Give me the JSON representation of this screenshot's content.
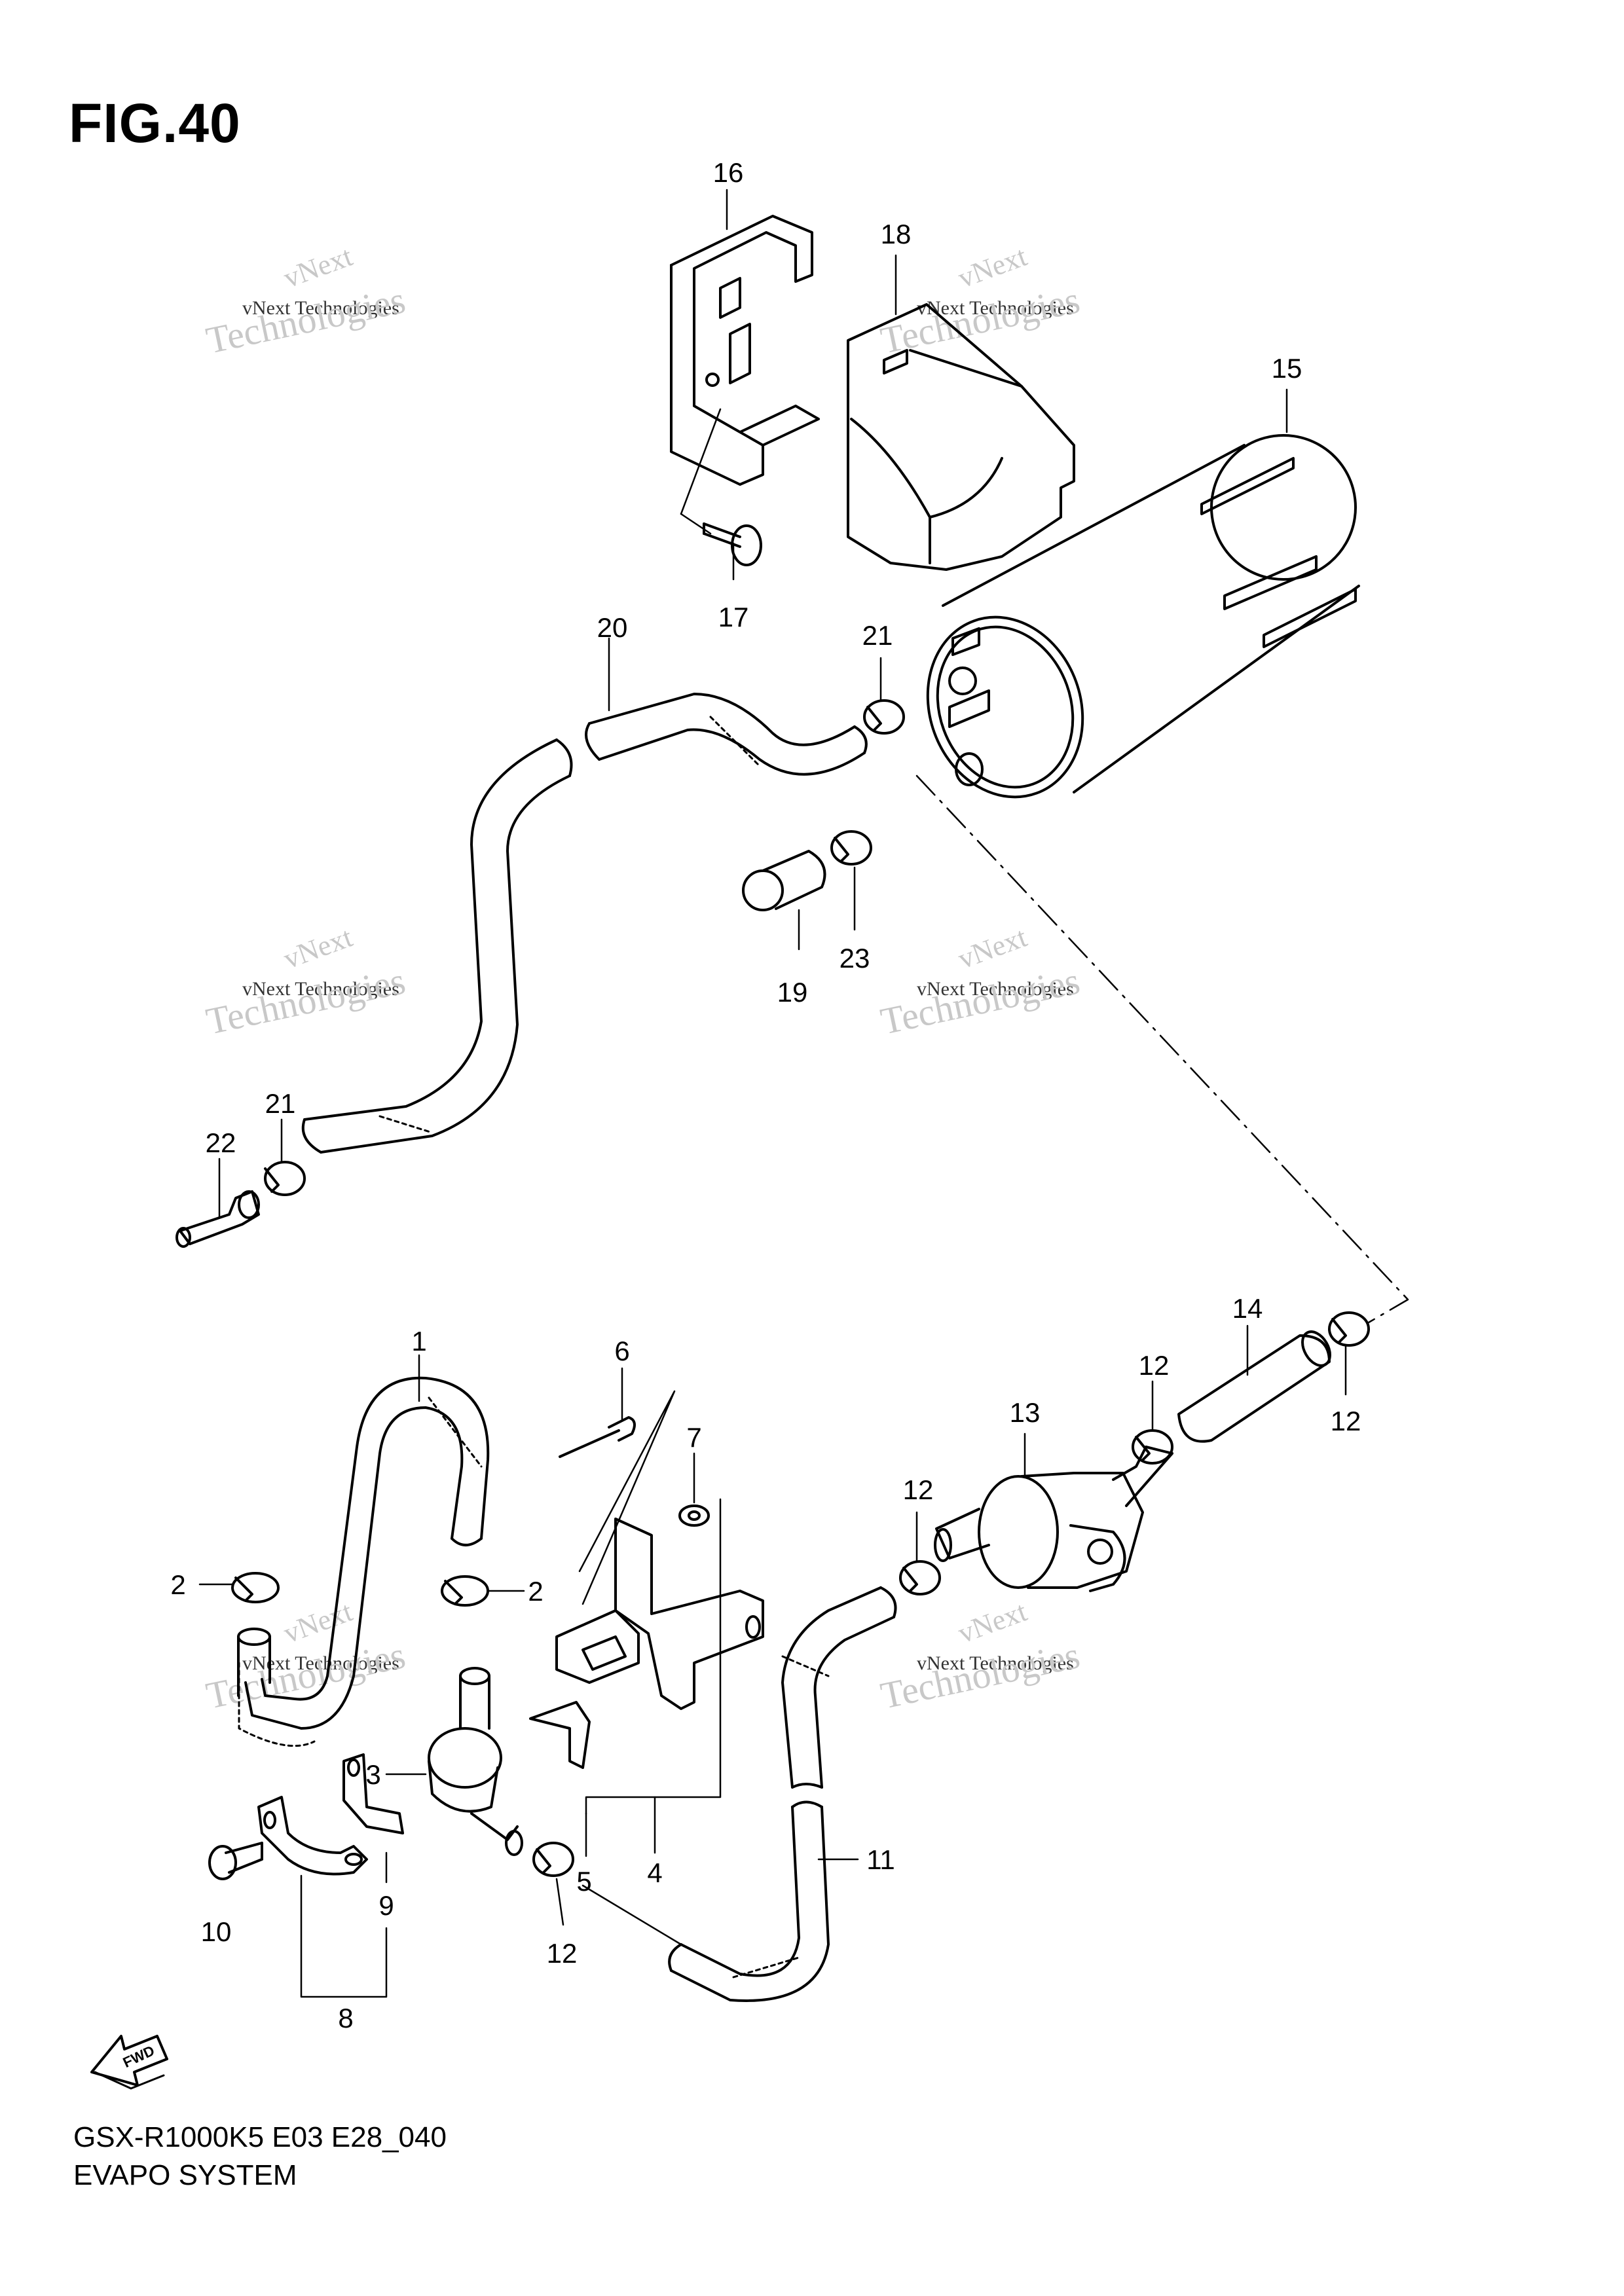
{
  "figure": {
    "title": "FIG.40"
  },
  "footer": {
    "code": "GSX-R1000K5 E03 E28_040",
    "name": "EVAPO SYSTEM"
  },
  "fwd_label": "FWD",
  "watermark": {
    "line1": "vNext",
    "line2": "vNext Technologies",
    "line3": "Technologies"
  },
  "callouts": {
    "c1": "1",
    "c2a": "2",
    "c2b": "2",
    "c3": "3",
    "c4": "4",
    "c5": "5",
    "c6": "6",
    "c7": "7",
    "c8": "8",
    "c9": "9",
    "c10": "10",
    "c11": "11",
    "c12a": "12",
    "c12b": "12",
    "c12c": "12",
    "c12d": "12",
    "c13": "13",
    "c14": "14",
    "c15": "15",
    "c16": "16",
    "c17": "17",
    "c18": "18",
    "c19": "19",
    "c20": "20",
    "c21a": "21",
    "c21b": "21",
    "c22": "22",
    "c23": "23"
  }
}
